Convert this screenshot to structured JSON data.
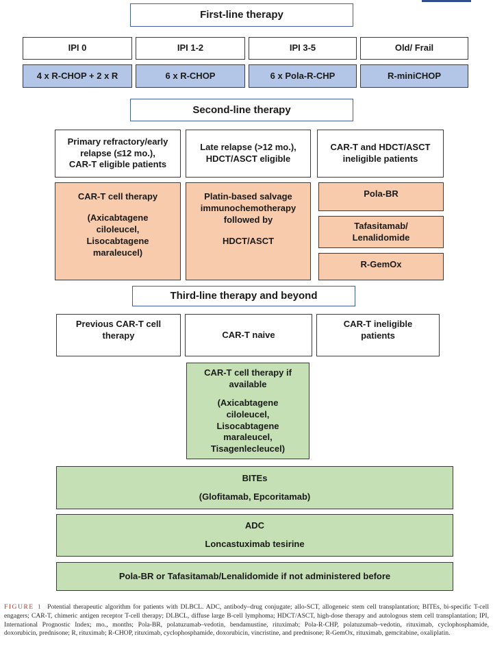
{
  "first_line": {
    "title": "First-line therapy",
    "risk_groups": [
      "IPI 0",
      "IPI 1-2",
      "IPI 3-5",
      "Old/ Frail"
    ],
    "regimens": [
      "4 x R-CHOP + 2 x R",
      "6 x R-CHOP",
      "6 x Pola-R-CHP",
      "R-miniCHOP"
    ]
  },
  "second_line": {
    "title": "Second-line therapy",
    "groups": [
      "Primary refractory/early\nrelapse (≤12 mo.),\nCAR-T eligible patients",
      "Late relapse (>12 mo.),\nHDCT/ASCT eligible",
      "CAR-T and HDCT/ASCT\nineligible patients"
    ],
    "car_t": {
      "title": "CAR-T cell therapy",
      "agents": "(Axicabtagene\nciloleucel,\nLisocabtagene\nmaraleucel)"
    },
    "platin": {
      "title": "Platin-based salvage\nimmunochemotherapy\nfollowed by",
      "sub": "HDCT/ASCT"
    },
    "ineligible_options": [
      "Pola-BR",
      "Tafasitamab/\nLenalidomide",
      "R-GemOx"
    ]
  },
  "third_line": {
    "title": "Third-line therapy and beyond",
    "groups": [
      "Previous CAR-T cell\ntherapy",
      "CAR-T naive",
      "CAR-T ineligible\npatients"
    ],
    "car_t": {
      "title": "CAR-T cell therapy if\navailable",
      "agents": "(Axicabtagene\nciloleucel,\nLisocabtagene\nmaraleucel,\nTisagenlecleucel)"
    },
    "bites": {
      "title": "BITEs",
      "agents": "(Glofitamab, Epcoritamab)"
    },
    "adc": {
      "title": "ADC",
      "agents": "Loncastuximab tesirine"
    },
    "final": "Pola-BR or Tafasitamab/Lenalidomide if not administered before"
  },
  "caption": {
    "label": "FIGURE 1",
    "text": "Potential therapeutic algorithm for patients with DLBCL. ADC, antibody–drug conjugate; allo-SCT, allogeneic stem cell transplantation; BITEs, bi-specific T-cell engagers; CAR-T, chimeric antigen receptor T-cell therapy; DLBCL, diffuse large B-cell lymphoma; HDCT/ASCT, high-dose therapy and autologous stem cell transplantation; IPI, International Prognostic Index; mo., months; Pola-BR, polatuzumab–vedotin, bendamustine, rituximab; Pola-R-CHP, polatuzumab–vedotin, rituximab, cyclophosphamide, doxorubicin, prednisone; R, rituximab; R-CHOP, rituximab, cyclophosphamide, doxorubicin, vincristine, and prednisone; R-GemOx, rituximab, gemcitabine, oxaliplatin."
  },
  "colors": {
    "blue": "#b4c6e7",
    "orange": "#f8cbad",
    "green": "#c5e0b4",
    "stage_border": "#3e5e9e",
    "figure_label": "#c0392b"
  }
}
